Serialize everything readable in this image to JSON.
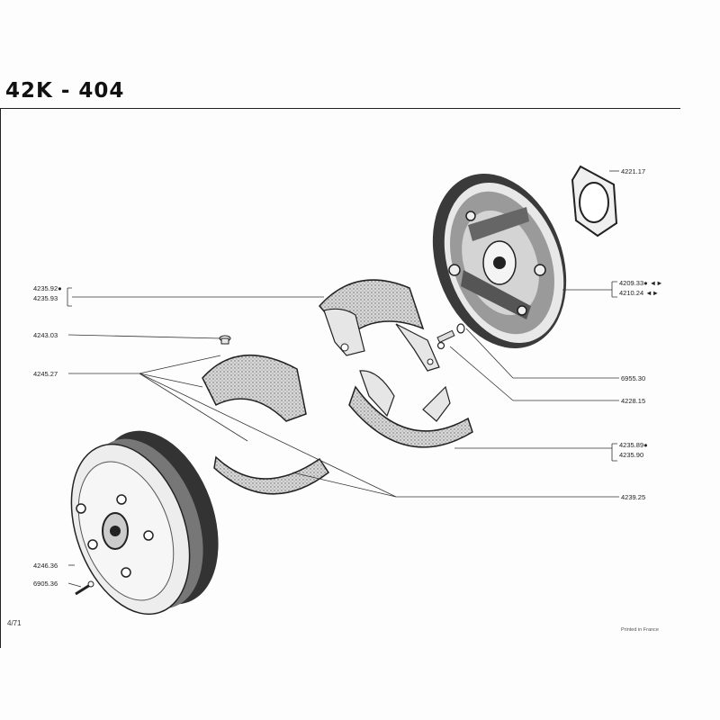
{
  "header": {
    "title": "42K - 404"
  },
  "parts": [
    {
      "ref": "4221.17"
    },
    {
      "ref": "4209.33",
      "mark": "●"
    },
    {
      "ref": "4210.24"
    },
    {
      "ref": "4235.92",
      "mark": "●"
    },
    {
      "ref": "4235.93"
    },
    {
      "ref": "4243.03"
    },
    {
      "ref": "4245.27"
    },
    {
      "ref": "6955.30"
    },
    {
      "ref": "4228.15"
    },
    {
      "ref": "4235.89",
      "mark": "●"
    },
    {
      "ref": "4235.90"
    },
    {
      "ref": "4239.25"
    },
    {
      "ref": "4246.36"
    },
    {
      "ref": "6905.36"
    }
  ],
  "footer": {
    "page": "4/71",
    "printed": "Printed in France"
  }
}
